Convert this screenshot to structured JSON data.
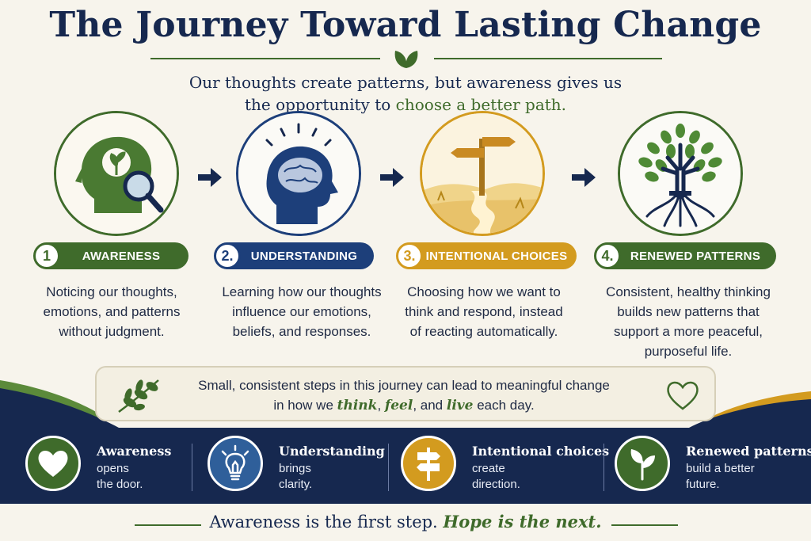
{
  "title": "The Journey Toward Lasting Change",
  "subtitle": {
    "line1": "Our thoughts create patterns, but awareness gives us",
    "line2_prefix": "the opportunity to ",
    "line2_highlight": "choose a better path."
  },
  "steps": [
    {
      "number": "1",
      "label": "AWARENESS",
      "desc": [
        "Noticing our thoughts,",
        "emotions, and patterns",
        "without judgment."
      ],
      "color": "#3f6b2b",
      "icon": "head-magnifier-icon"
    },
    {
      "number": "2.",
      "label": "UNDERSTANDING",
      "desc": [
        "Learning how our thoughts",
        "influence our emotions,",
        "beliefs, and responses."
      ],
      "color": "#1d3f7a",
      "icon": "brain-head-icon"
    },
    {
      "number": "3.",
      "label": "INTENTIONAL CHOICES",
      "desc": [
        "Choosing how we want to",
        "think and respond, instead",
        "of reacting automatically."
      ],
      "color": "#d39b1f",
      "icon": "signpost-path-icon"
    },
    {
      "number": "4.",
      "label": "RENEWED PATTERNS",
      "desc": [
        "Consistent, healthy thinking",
        "builds new patterns that",
        "support a more peaceful,",
        "purposeful life."
      ],
      "color": "#3f6b2b",
      "icon": "tree-roots-icon"
    }
  ],
  "note": {
    "line1": "Small, consistent steps in this journey can lead to meaningful change",
    "line2_prefix": "in how we ",
    "think": "think",
    "sep1": ", ",
    "feel": "feel",
    "sep2": ", and ",
    "live": "live",
    "line2_suffix": " each day."
  },
  "bottom": [
    {
      "head": "Awareness",
      "sub": [
        "opens",
        "the door."
      ],
      "icon": "heart-icon",
      "color": "#3f6b2b"
    },
    {
      "head": "Understanding",
      "sub": [
        "brings",
        "clarity."
      ],
      "icon": "lightbulb-icon",
      "color": "#2f5f9a"
    },
    {
      "head": "Intentional choices",
      "sub": [
        "create",
        "direction."
      ],
      "icon": "signpost-icon",
      "color": "#d39b1f"
    },
    {
      "head": "Renewed patterns",
      "sub": [
        "build a better",
        "future."
      ],
      "icon": "sprout-icon",
      "color": "#3f6b2b"
    }
  ],
  "footer": {
    "prefix": "Awareness is the first step. ",
    "hope": "Hope is the next."
  },
  "colors": {
    "navy": "#16284f",
    "green": "#3f6b2b",
    "gold": "#d39b1f",
    "blue": "#1d3f7a",
    "background": "#f7f4ec"
  }
}
